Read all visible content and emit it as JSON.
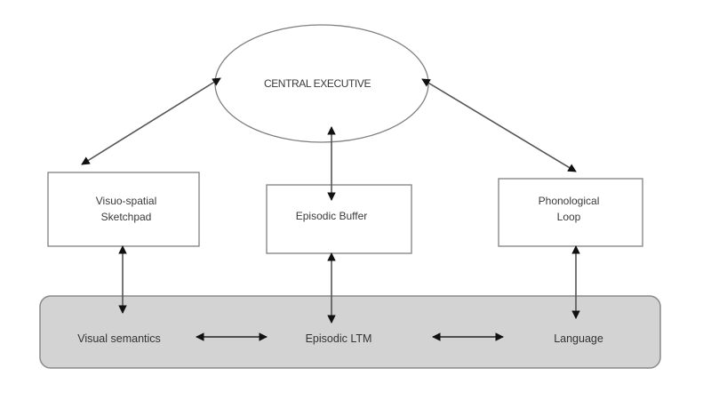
{
  "diagram": {
    "central_executive": {
      "label": "CENTRAL EXECUTIVE"
    },
    "boxes": [
      {
        "id": "visuo-spatial-sketchpad",
        "lines": [
          "Visuo-spatial",
          "Sketchpad"
        ]
      },
      {
        "id": "episodic-buffer",
        "lines": [
          "Episodic Buffer"
        ]
      },
      {
        "id": "phonological-loop",
        "lines": [
          "Phonological",
          "Loop"
        ]
      }
    ],
    "long_term_memory": {
      "items": [
        "Visual semantics",
        "Episodic LTM",
        "Language"
      ]
    },
    "connections": [
      {
        "from": "central-executive",
        "to": "visuo-spatial-sketchpad",
        "type": "bidirectional"
      },
      {
        "from": "central-executive",
        "to": "episodic-buffer",
        "type": "bidirectional"
      },
      {
        "from": "central-executive",
        "to": "phonological-loop",
        "type": "bidirectional"
      },
      {
        "from": "visuo-spatial-sketchpad",
        "to": "visual-semantics",
        "type": "bidirectional"
      },
      {
        "from": "episodic-buffer",
        "to": "episodic-ltm",
        "type": "bidirectional"
      },
      {
        "from": "phonological-loop",
        "to": "language",
        "type": "bidirectional"
      },
      {
        "from": "visual-semantics",
        "to": "episodic-ltm",
        "type": "bidirectional"
      },
      {
        "from": "episodic-ltm",
        "to": "language",
        "type": "bidirectional"
      }
    ],
    "colors": {
      "ltm_fill": "#d3d3d3",
      "stroke": "#7f7f7f",
      "arrow": "#1a1a1a"
    }
  }
}
